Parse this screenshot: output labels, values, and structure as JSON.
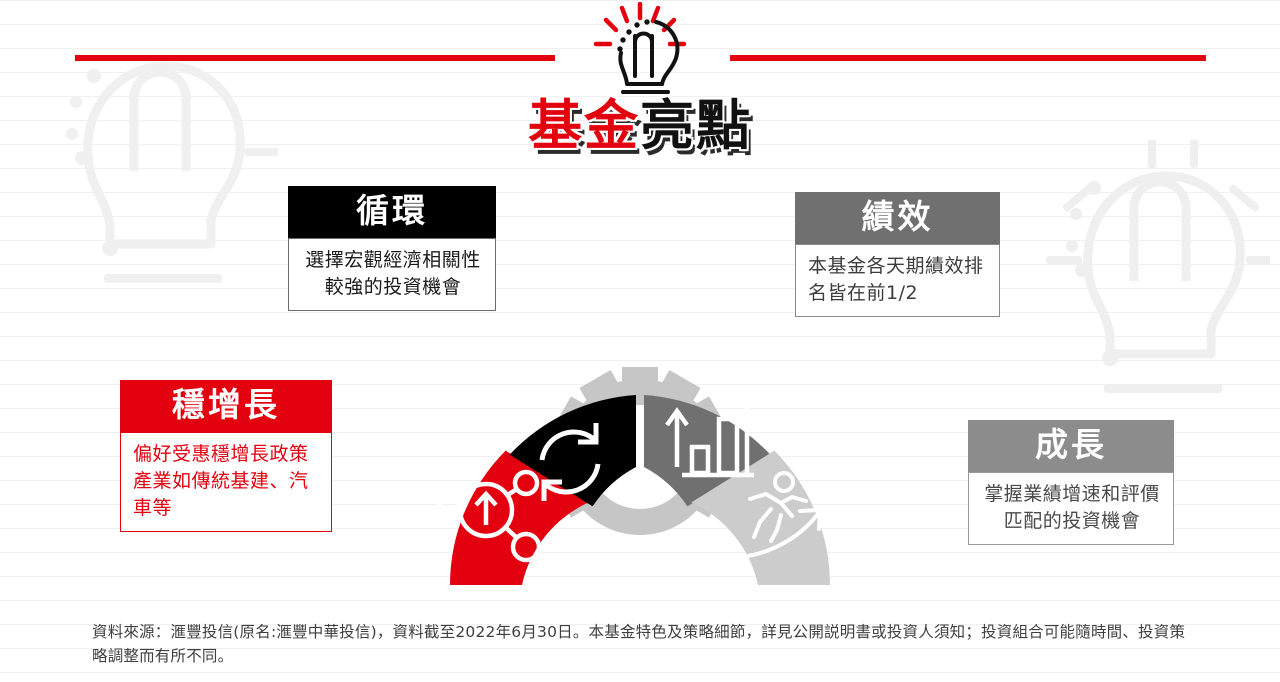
{
  "page": {
    "title": {
      "red_part": "基金",
      "black_part": "亮點",
      "full": "基金亮點"
    },
    "accent_red": "#E3000F",
    "dark": "#000000",
    "dark_grey": "#707070",
    "mid_grey": "#8C8C8C",
    "light_grey": "#CCCCCC"
  },
  "decor": {
    "top_bulb_icon": "lightbulb-icon",
    "watermark_bulb_icon": "lightbulb-watermark-icon",
    "rule_color": "#E3000F"
  },
  "cards": {
    "cycle": {
      "heading": "循環",
      "body": "選擇宏觀經濟相關性較強的投資機會",
      "color": "#000000"
    },
    "performance": {
      "heading": "績效",
      "body": "本基金各天期績效排名皆在前1/2",
      "color": "#707070"
    },
    "steady": {
      "heading": "穩增長",
      "body": "偏好受惠穩增長政策產業如傳統基建、汽車等",
      "color": "#E3000F"
    },
    "growth": {
      "heading": "成長",
      "body": "掌握業績增速和評價匹配的投資機會",
      "color": "#8C8C8C"
    }
  },
  "arc": {
    "segments": [
      {
        "key": "steady",
        "label": "穩增長",
        "color": "#E3000F",
        "icon": "network-up-arrow-icon"
      },
      {
        "key": "cycle",
        "label": "循環",
        "color": "#000000",
        "icon": "refresh-cycle-icon"
      },
      {
        "key": "performance",
        "label": "績效",
        "color": "#707070",
        "icon": "bar-chart-up-icon"
      },
      {
        "key": "growth",
        "label": "成長",
        "color": "#CCCCCC",
        "icon": "running-person-arrow-icon"
      }
    ],
    "center_icon": "gear-icon",
    "center_icon_color": "#C6C6C6"
  },
  "footnote": {
    "text": "資料來源：滙豐投信(原名:滙豐中華投信)，資料截至2022年6月30日。本基金特色及策略細節，詳見公開説明書或投資人須知；投資組合可能隨時間、投資策略調整而有所不同。"
  }
}
